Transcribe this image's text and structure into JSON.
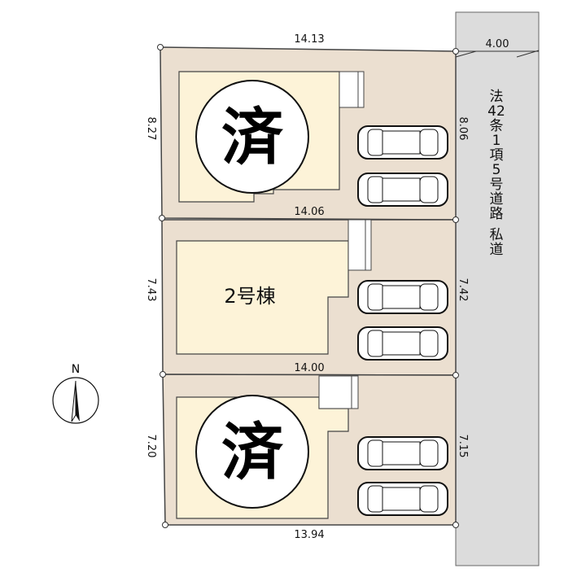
{
  "colors": {
    "lot": "#ebdfd0",
    "house": "#fdf3d8",
    "road": "#dcdcdc",
    "line": "#333333"
  },
  "road": {
    "width_label": "4.00",
    "label_chars": [
      "法",
      "42",
      "条",
      "1",
      "項",
      "5",
      "号",
      "道",
      "路"
    ],
    "label_suffix": [
      "私",
      "道"
    ]
  },
  "lots": [
    {
      "top": "14.13",
      "left": "8.27",
      "right": "8.06",
      "stamp": "済"
    },
    {
      "top": "14.06",
      "left": "7.43",
      "right": "7.42",
      "name": "2号棟"
    },
    {
      "top": "14.00",
      "left": "7.20",
      "right": "7.15",
      "bottom": "13.94",
      "stamp": "済"
    }
  ],
  "compass": {
    "label": "N"
  }
}
